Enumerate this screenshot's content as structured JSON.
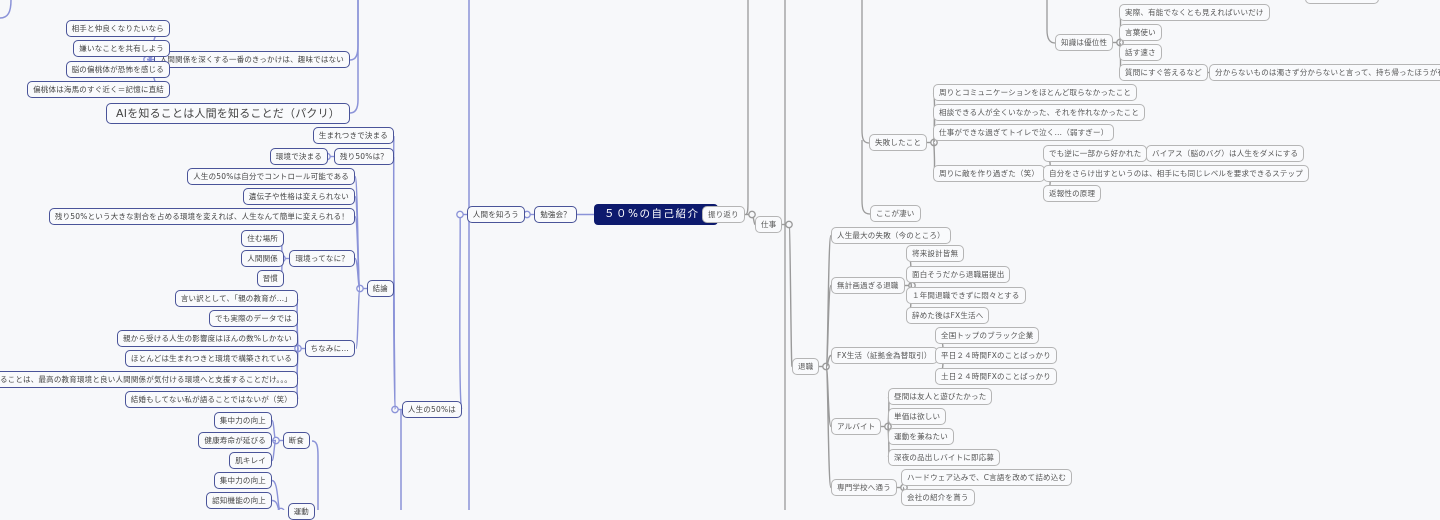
{
  "colors": {
    "background": "#f7f8fa",
    "root": "#0d1a6d",
    "left_branch": "#8b93d8",
    "left_border": "#4a5499",
    "right_branch": "#9a9a9a",
    "right_border": "#b5b5b5"
  },
  "root": {
    "label": "５０%の自己紹介",
    "icon": "collapse-icon"
  },
  "nodes": {
    "study": "勉強会？",
    "human": "人間を知ろう",
    "friend": "相手と仲良くなりたいなら",
    "hate": "嫌いなことを共有しよう",
    "amyg": "脳の偏桃体が恐怖を感じる",
    "amyg2": "偏桃体は海馬のすぐ近く＝記憶に直結",
    "hobby": "人間関係を深くする一番のきっかけは、趣味ではない",
    "ai": "AIを知ることは人間を知ることだ（パクリ）",
    "born": "生まれつきで決まる",
    "rest": "残り50%は？",
    "env": "環境で決まる",
    "ctrl": "人生の50%は自分でコントロール可能である",
    "gene": "遺伝子や性格は変えられない",
    "change": "残り50%という大きな割合を占める環境を変えれば、人生なんて簡単に変えられる！",
    "live": "住む場所",
    "rel": "人間関係",
    "habit": "習慣",
    "whatenv": "環境ってなに？",
    "concl": "結論",
    "excuse": "言い訳として、「親の教育が…」",
    "data": "でも実際のデータでは",
    "parent": "親から受ける人生の影響度はほんの数%しかない",
    "mostly": "ほとんどは生まれつきと環境で構築されている",
    "cando": "親としてできることは、最高の教育環境と良い人間関係が気付ける環境へと支援することだけ。。。",
    "marry": "結婚もしてない私が語ることではないが（笑）",
    "btw": "ちなみに…",
    "life50": "人生の50%は",
    "focus1": "集中力の向上",
    "health": "健康寿命が延びる",
    "skin": "肌キレイ",
    "fast": "断食",
    "focus2": "集中力の向上",
    "cog": "認知機能の向上",
    "exer": "運動",
    "review": "振り返り",
    "work": "仕事",
    "know": "知識は優位性",
    "real": "実際、有能でなくとも見えればいいだけ",
    "words": "言葉使い",
    "speed": "話す速さ",
    "answer": "質問にすぐ答えるなど",
    "unknown": "分からないものは濁さず分からないと言って、持ち帰ったほうが有能！",
    "fail": "失敗したこと",
    "comm": "周りとコミュニケーションをほとんど取らなかったこと",
    "consult": "相談できる人が全くいなかった、それを作れなかったこと",
    "toilet": "仕事ができな過ぎてトイレで泣く…（弱すぎー）",
    "enemy": "周りに敵を作り過ぎた（笑）",
    "liked": "でも逆に一部から好かれた",
    "bias": "バイアス（脳のバグ）は人生をダメにする",
    "expose": "自分をさらけ出すというのは、相手にも同じレベルを要求できるステップ",
    "recip": "返報性の原理",
    "great": "ここが凄い",
    "retire": "退職",
    "worst": "人生最大の失敗（今のところ）",
    "noplan": "無計画過ぎる退職",
    "plan0": "将来設計皆無",
    "funny": "面白そうだから退職届提出",
    "year": "１年間退職できずに悶々とする",
    "fxafter": "辞めた後はFX生活へ",
    "fx": "FX生活（証拠金為替取引）",
    "black": "全国トップのブラック企業",
    "weekday": "平日２４時間FXのことばっかり",
    "weekend": "土日２４時間FXのことばっかり",
    "part": "アルバイト",
    "day": "昼間は友人と遊びたかった",
    "price": "単価は欲しい",
    "move": "運動を兼ねたい",
    "night": "深夜の品出しバイトに即応募",
    "school": "専門学校へ通う",
    "hw": "ハードウェア込みで、C言語を改めて詰め込む",
    "intro": "会社の紹介を貰う"
  }
}
